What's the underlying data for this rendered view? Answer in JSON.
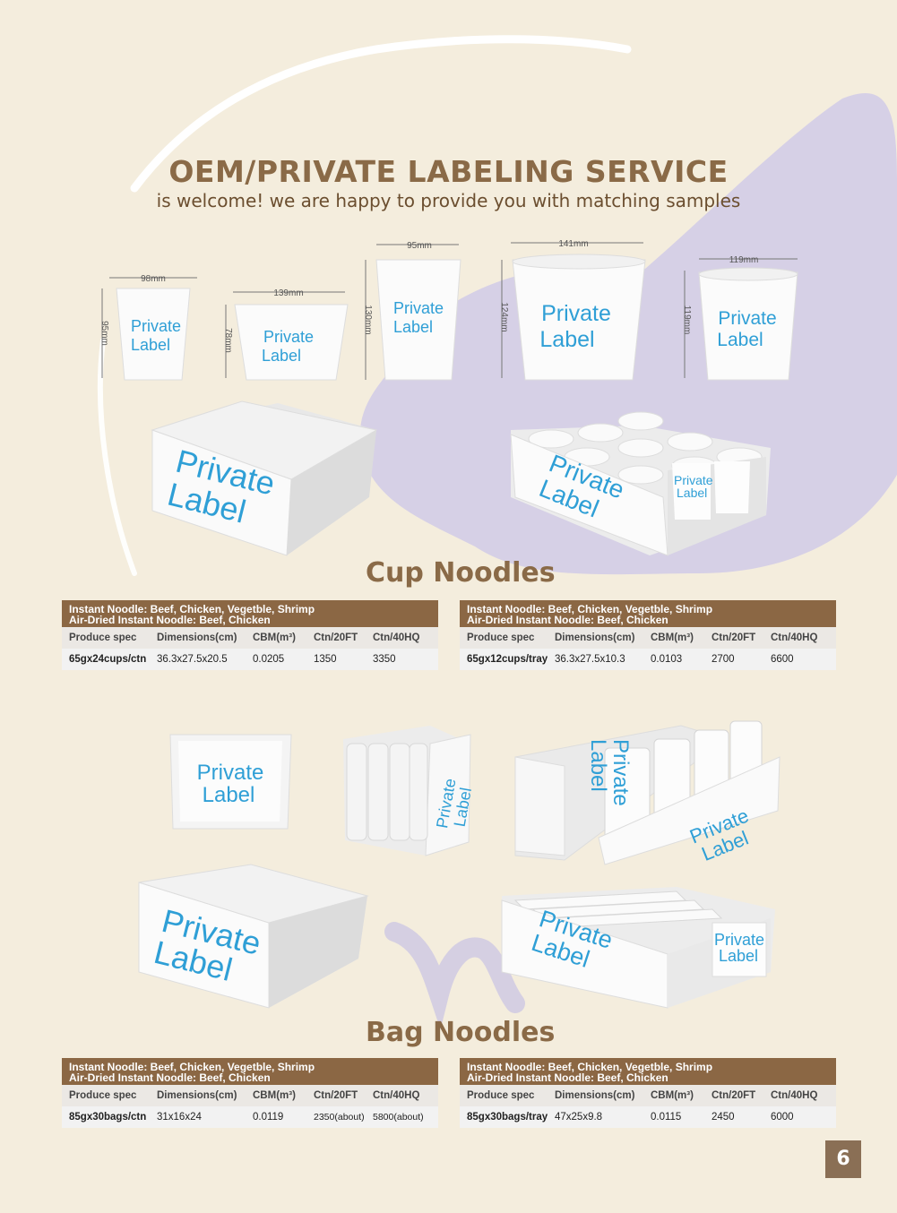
{
  "header": {
    "title": "OEM/PRIVATE LABELING SERVICE",
    "subtitle": "is welcome! we are happy to provide you with matching samples"
  },
  "products": {
    "label_word1": "Private",
    "label_word2": "Label",
    "cups": [
      {
        "width": "98mm",
        "height": "95mm"
      },
      {
        "width": "139mm",
        "height": "78mm"
      },
      {
        "width": "95mm",
        "height": "130mm"
      },
      {
        "width": "141mm",
        "height": "124mm"
      },
      {
        "width": "119mm",
        "height": "119mm"
      }
    ]
  },
  "sections": {
    "cup_title": "Cup Noodles",
    "bag_title": "Bag Noodles"
  },
  "tables": {
    "columns": [
      "Produce spec",
      "Dimensions(cm)",
      "CBM(m³)",
      "Ctn/20FT",
      "Ctn/40HQ"
    ],
    "cup_left": {
      "line1": "Instant Noodle: Beef, Chicken, Vegetble, Shrimp",
      "line2": "Air-Dried Instant Noodle:  Beef, Chicken",
      "row": [
        "65gx24cups/ctn",
        "36.3x27.5x20.5",
        "0.0205",
        "1350",
        "3350"
      ]
    },
    "cup_right": {
      "line1": "Instant Noodle: Beef, Chicken, Vegetble, Shrimp",
      "line2": "Air-Dried Instant Noodle:  Beef, Chicken",
      "row": [
        "65gx12cups/tray",
        "36.3x27.5x10.3",
        "0.0103",
        "2700",
        "6600"
      ]
    },
    "bag_left": {
      "line1": "Instant Noodle:  Beef, Chicken, Vegetble, Shrimp",
      "line2": "Air-Dried Instant Noodle:  Beef, Chicken",
      "row": [
        "85gx30bags/ctn",
        "31x16x24",
        "0.0119",
        "2350(about)",
        "5800(about)"
      ]
    },
    "bag_right": {
      "line1": "Instant Noodle: Beef, Chicken, Vegetble, Shrimp",
      "line2": "Air-Dried Instant Noodle:  Beef, Chicken",
      "row": [
        "85gx30bags/tray",
        "47x25x9.8",
        "0.0115",
        "2450",
        "6000"
      ]
    }
  },
  "page": {
    "number": "6"
  },
  "colors": {
    "title": "#8a6a47",
    "table_header": "#8b6744",
    "label_blue": "#2f9fd6",
    "lavender": "#d8d2e6"
  }
}
